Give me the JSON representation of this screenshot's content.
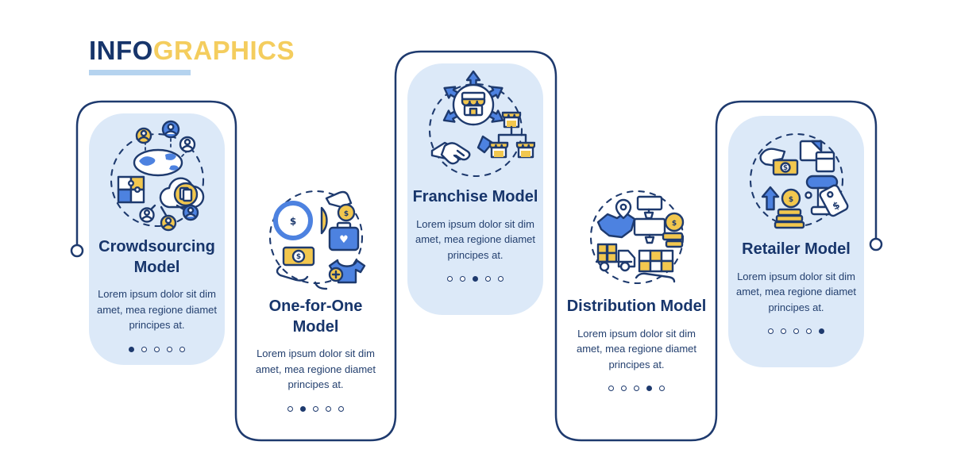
{
  "header": {
    "title_primary": "INFO",
    "title_secondary": "GRAPHICS"
  },
  "glyphs": {
    "dollar": "$",
    "heart": "♥"
  },
  "colors": {
    "navy": "#1e3a6e",
    "text": "#24406f",
    "title_navy": "#17356b",
    "yellow": "#f4cd5e",
    "icon_yellow": "#f2c74e",
    "icon_blue": "#4d82e0",
    "card_fill": "#dce9f8",
    "underline": "#b5d3ef"
  },
  "cards": [
    {
      "title": "Crowdsourcing Model",
      "body": "Lorem ipsum dolor sit dim amet, mea regione diamet principes at.",
      "dots": 5,
      "active_dot": 0,
      "icon": "crowdsourcing-icon",
      "variant": "filled"
    },
    {
      "title": "One-for-One Model",
      "body": "Lorem ipsum dolor sit dim amet, mea regione diamet principes at.",
      "dots": 5,
      "active_dot": 1,
      "icon": "one-for-one-icon",
      "variant": "outline"
    },
    {
      "title": "Franchise Model",
      "body": "Lorem ipsum dolor sit dim amet, mea regione diamet principes at.",
      "dots": 5,
      "active_dot": 2,
      "icon": "franchise-icon",
      "variant": "filled"
    },
    {
      "title": "Distribution Model",
      "body": "Lorem ipsum dolor sit dim amet, mea regione diamet principes at.",
      "dots": 5,
      "active_dot": 3,
      "icon": "distribution-icon",
      "variant": "outline"
    },
    {
      "title": "Retailer Model",
      "body": "Lorem ipsum dolor sit dim amet, mea regione diamet principes at.",
      "dots": 5,
      "active_dot": 4,
      "icon": "retailer-icon",
      "variant": "filled"
    }
  ]
}
